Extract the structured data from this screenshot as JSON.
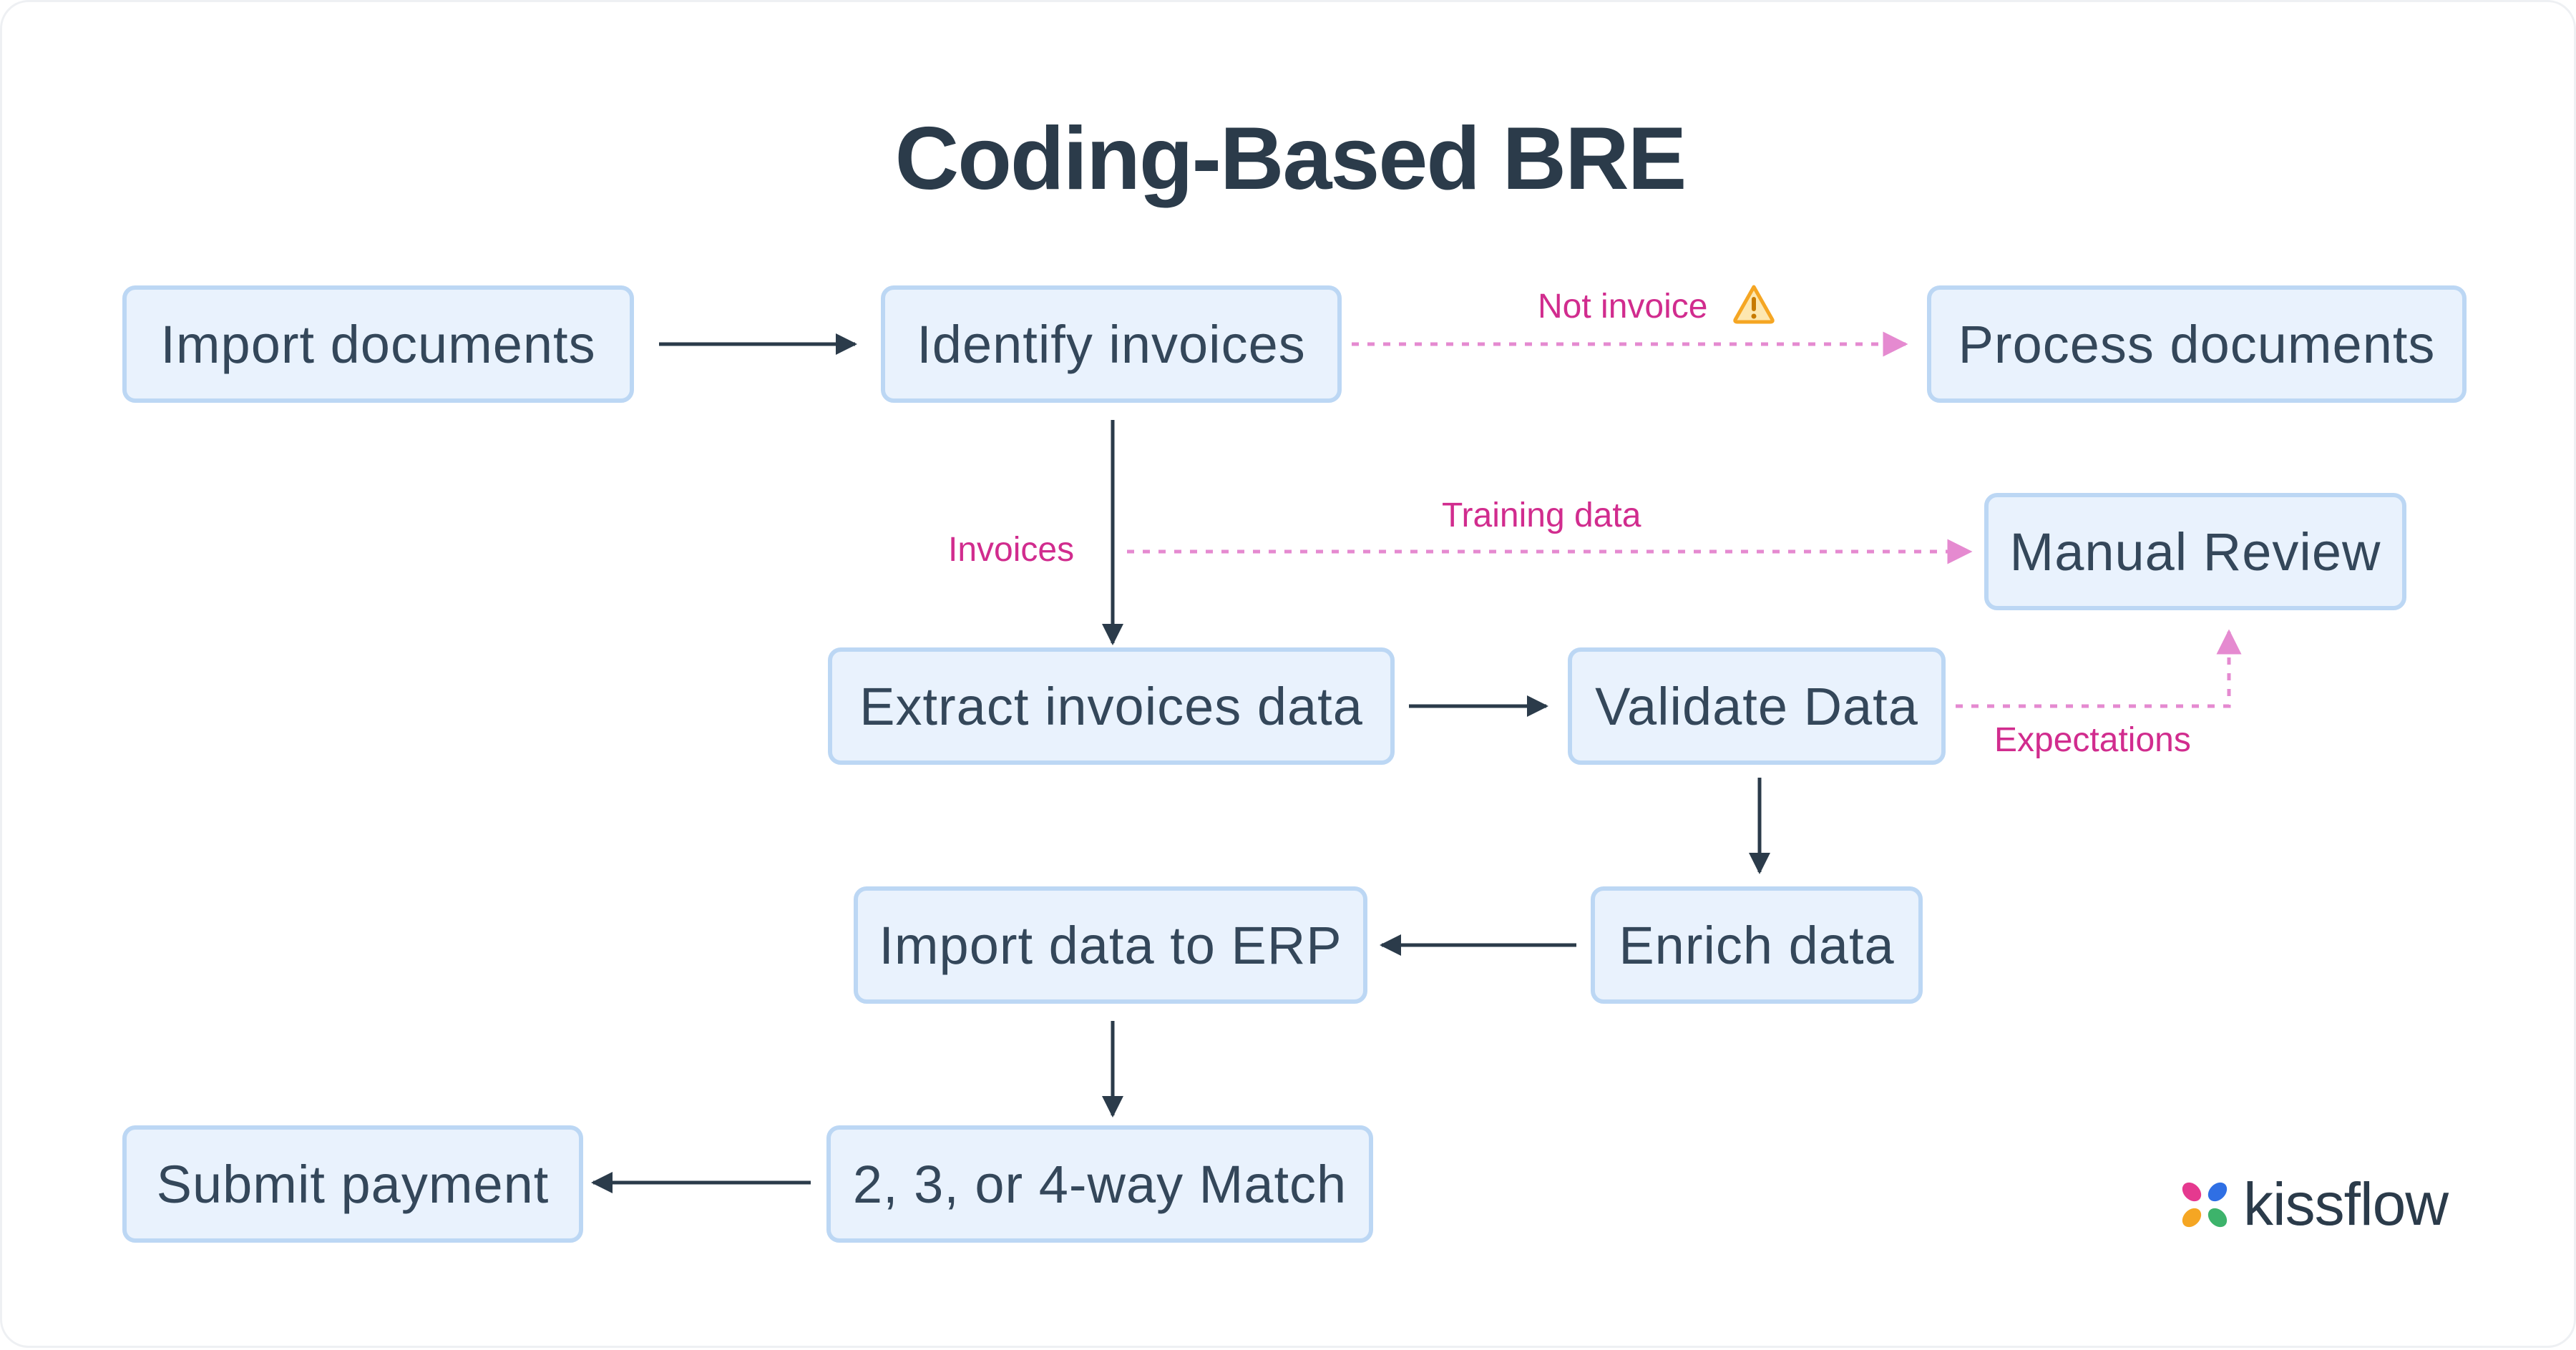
{
  "title": "Coding-Based BRE",
  "nodes": {
    "import_documents": "Import documents",
    "identify_invoices": "Identify invoices",
    "process_documents": "Process documents",
    "manual_review": "Manual Review",
    "extract_invoices_data": "Extract invoices data",
    "validate_data": "Validate Data",
    "enrich_data": "Enrich data",
    "import_data_to_erp": "Import data to ERP",
    "match": "2, 3, or 4-way Match",
    "submit_payment": "Submit payment"
  },
  "edge_labels": {
    "not_invoice": "Not invoice",
    "invoices": "Invoices",
    "training_data": "Training data",
    "expectations": "Expectations"
  },
  "brand": {
    "name": "kissflow"
  },
  "icons": {
    "not_invoice": "warning-icon",
    "logo": "kissflow-logo-icon"
  },
  "colors": {
    "node_fill": "#e9f2fd",
    "node_border": "#bcd7f4",
    "text": "#34475a",
    "solid_arrow": "#2b3b4a",
    "dashed_arrow": "#e58ad0",
    "edge_label": "#d12c8e",
    "warning": "#f5a623"
  }
}
